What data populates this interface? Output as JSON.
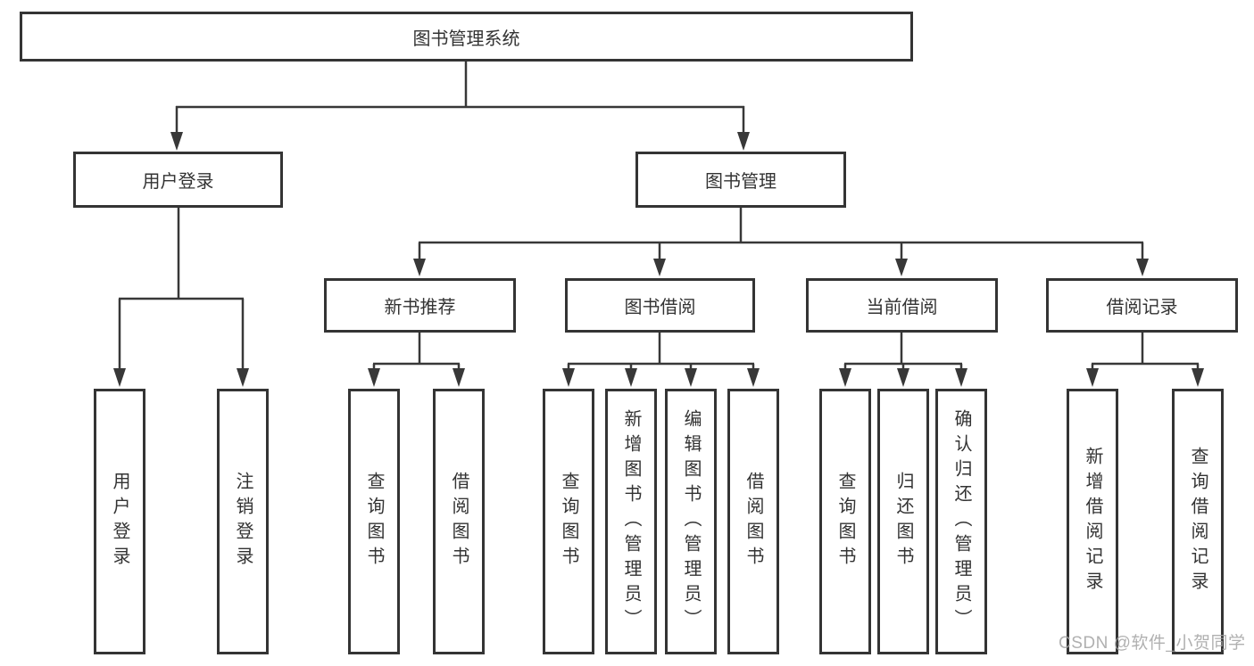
{
  "diagram": {
    "root": "图书管理系统",
    "level2": {
      "user_login": "用户登录",
      "book_mgmt": "图书管理"
    },
    "level3": {
      "new_books": "新书推荐",
      "book_borrow": "图书借阅",
      "current_borrow": "当前借阅",
      "borrow_records": "借阅记录"
    },
    "leaves": {
      "user_login": [
        "用户登录",
        "注销登录"
      ],
      "new_books": [
        "查询图书",
        "借阅图书"
      ],
      "book_borrow": [
        "查询图书",
        "新增图书（管理员）",
        "编辑图书（管理员）",
        "借阅图书"
      ],
      "current_borrow": [
        "查询图书",
        "归还图书",
        "确认归还（管理员）"
      ],
      "borrow_records": [
        "新增借阅记录",
        "查询借阅记录"
      ]
    }
  },
  "watermark": "CSDN @软件_小贺同学",
  "colors": {
    "line": "#383838",
    "box_border": "#343434",
    "text": "#333333",
    "watermark": "#a3a3a3",
    "background": "#ffffff"
  }
}
